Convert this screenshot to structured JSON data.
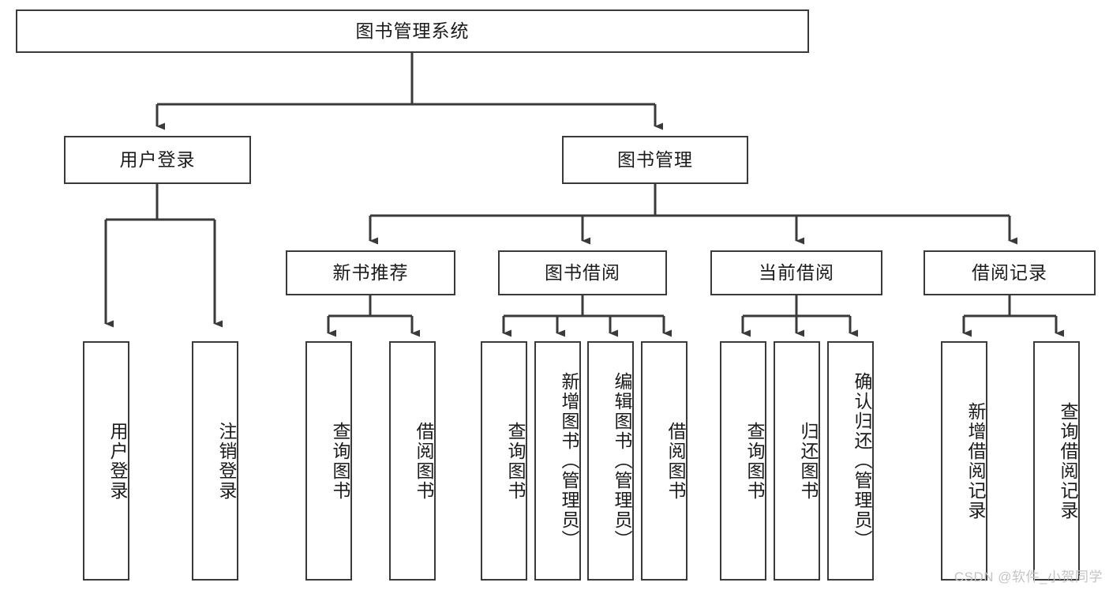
{
  "diagram": {
    "title": "图书管理系统",
    "type": "tree-hierarchy-chart",
    "background_color": "#ffffff",
    "border_color": "#3a3a3a",
    "text_color": "#1b1b1b"
  },
  "nodes": {
    "root": {
      "label": "图书管理系统",
      "orientation": "horizontal"
    },
    "user_login": {
      "label": "用户登录",
      "orientation": "horizontal"
    },
    "book_manage": {
      "label": "图书管理",
      "orientation": "horizontal"
    },
    "new_book_rec": {
      "label": "新书推荐",
      "orientation": "horizontal"
    },
    "book_borrow": {
      "label": "图书借阅",
      "orientation": "horizontal"
    },
    "current_borrow": {
      "label": "当前借阅",
      "orientation": "horizontal"
    },
    "borrow_record": {
      "label": "借阅记录",
      "orientation": "horizontal"
    },
    "leaf_user_login": {
      "label": "用户登录",
      "orientation": "vertical"
    },
    "leaf_logout": {
      "label": "注销登录",
      "orientation": "vertical"
    },
    "leaf_query_book_1": {
      "label": "查询图书",
      "orientation": "vertical"
    },
    "leaf_borrow_book_1": {
      "label": "借阅图书",
      "orientation": "vertical"
    },
    "leaf_query_book_2": {
      "label": "查询图书",
      "orientation": "vertical"
    },
    "leaf_add_book": {
      "label": "新增图书（管理员）",
      "orientation": "vertical"
    },
    "leaf_edit_book": {
      "label": "编辑图书（管理员）",
      "orientation": "vertical"
    },
    "leaf_borrow_book_2": {
      "label": "借阅图书",
      "orientation": "vertical"
    },
    "leaf_query_book_3": {
      "label": "查询图书",
      "orientation": "vertical"
    },
    "leaf_return_book": {
      "label": "归还图书",
      "orientation": "vertical"
    },
    "leaf_confirm_return": {
      "label": "确认归还（管理员）",
      "orientation": "vertical"
    },
    "leaf_add_record": {
      "label": "新增借阅记录",
      "orientation": "vertical"
    },
    "leaf_query_record": {
      "label": "查询借阅记录",
      "orientation": "vertical"
    }
  },
  "watermark": {
    "text": "CSDN @软件_小贺同学"
  }
}
